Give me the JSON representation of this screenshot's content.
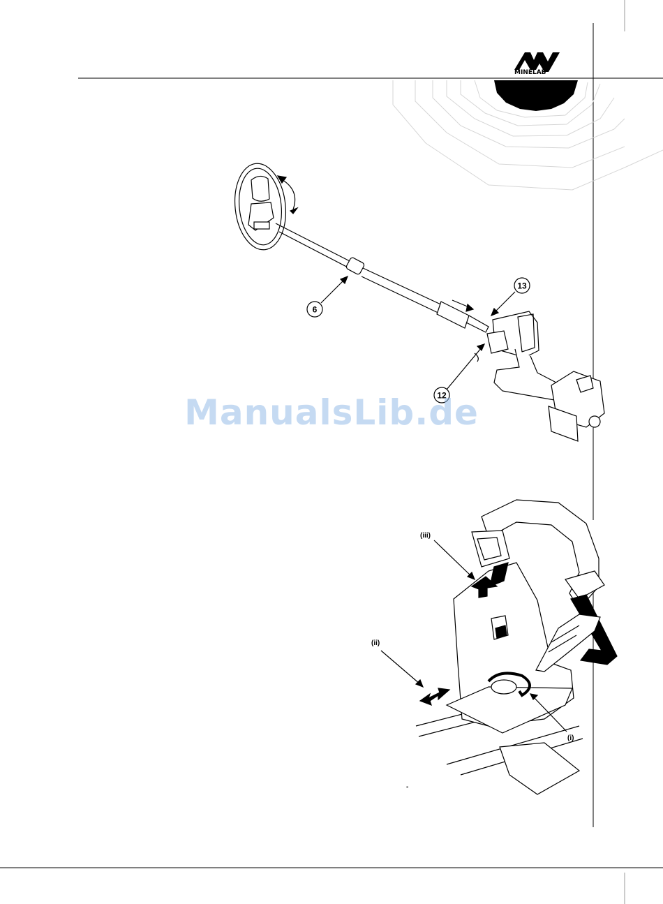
{
  "brand": {
    "name": "MINELAB",
    "logo_text": "MINELAB"
  },
  "figure1": {
    "callouts": [
      "6",
      "13",
      "12"
    ]
  },
  "figure2": {
    "labels": [
      "(iii)",
      "(ii)",
      "(i)"
    ],
    "dash_mark": "-"
  },
  "watermark": {
    "text": "ManualsLib.de"
  },
  "colors": {
    "ink": "#000000",
    "paper": "#ffffff",
    "watermark": "#96bce8",
    "tab": "#000000"
  }
}
